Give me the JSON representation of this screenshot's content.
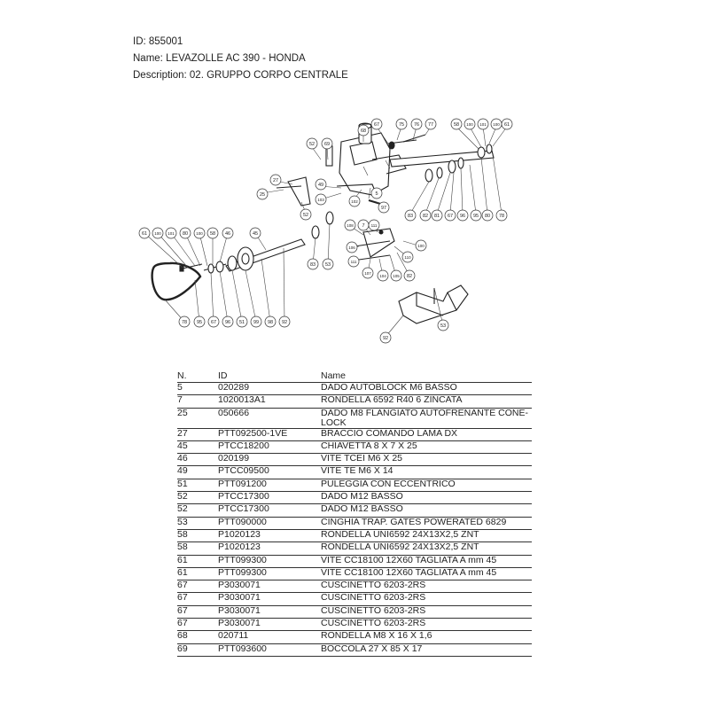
{
  "header": {
    "id_line": "ID: 855001",
    "name_line": "Name: LEVAZOLLE AC 390 - HONDA",
    "description_line": "Description: 02. GRUPPO CORPO CENTRALE"
  },
  "diagram": {
    "callouts": [
      "67",
      "75",
      "76",
      "77",
      "58",
      "100",
      "101",
      "100",
      "61",
      "68",
      "69",
      "52",
      "5",
      "92",
      "49",
      "103",
      "102",
      "27",
      "25",
      "52",
      "97",
      "83",
      "82",
      "81",
      "67",
      "96",
      "95",
      "80",
      "78",
      "61",
      "100",
      "101",
      "80",
      "100",
      "58",
      "46",
      "45",
      "108",
      "7",
      "111",
      "100",
      "106",
      "110",
      "111",
      "107",
      "104",
      "105",
      "82",
      "83",
      "53",
      "78",
      "95",
      "67",
      "96",
      "51",
      "99",
      "98",
      "92",
      "53"
    ]
  },
  "table": {
    "headers": [
      "N.",
      "ID",
      "Name"
    ],
    "rows": [
      [
        "5",
        "020289",
        "DADO AUTOBLOCK M6 BASSO"
      ],
      [
        "7",
        "1020013A1",
        "RONDELLA 6592 R40 6 ZINCATA"
      ],
      [
        "25",
        "050666",
        "DADO M8 FLANGIATO AUTOFRENANTE CONE-LOCK"
      ],
      [
        "27",
        "PTT092500-1VE",
        "BRACCIO COMANDO LAMA DX"
      ],
      [
        "45",
        "PTCC18200",
        "CHIAVETTA 8 X 7 X 25"
      ],
      [
        "46",
        "020199",
        "VITE TCEI M6 X 25"
      ],
      [
        "49",
        "PTCC09500",
        "VITE TE M6 X 14"
      ],
      [
        "51",
        "PTT091200",
        "PULEGGIA CON ECCENTRICO"
      ],
      [
        "52",
        "PTCC17300",
        "DADO M12 BASSO"
      ],
      [
        "52",
        "PTCC17300",
        "DADO M12 BASSO"
      ],
      [
        "53",
        "PTT090000",
        "CINGHIA TRAP. GATES POWERATED 6829"
      ],
      [
        "58",
        "P1020123",
        "RONDELLA UNI6592 24X13X2,5 ZNT"
      ],
      [
        "58",
        "P1020123",
        "RONDELLA UNI6592 24X13X2,5 ZNT"
      ],
      [
        "61",
        "PTT099300",
        "VITE CC18100 12X60 TAGLIATA A mm 45"
      ],
      [
        "61",
        "PTT099300",
        "VITE CC18100 12X60 TAGLIATA A mm 45"
      ],
      [
        "67",
        "P3030071",
        "CUSCINETTO 6203-2RS"
      ],
      [
        "67",
        "P3030071",
        "CUSCINETTO 6203-2RS"
      ],
      [
        "67",
        "P3030071",
        "CUSCINETTO 6203-2RS"
      ],
      [
        "67",
        "P3030071",
        "CUSCINETTO 6203-2RS"
      ],
      [
        "68",
        "020711",
        "RONDELLA M8 X 16 X 1,6"
      ],
      [
        "69",
        "PTT093600",
        "BOCCOLA 27 X 85 X 17"
      ]
    ]
  }
}
